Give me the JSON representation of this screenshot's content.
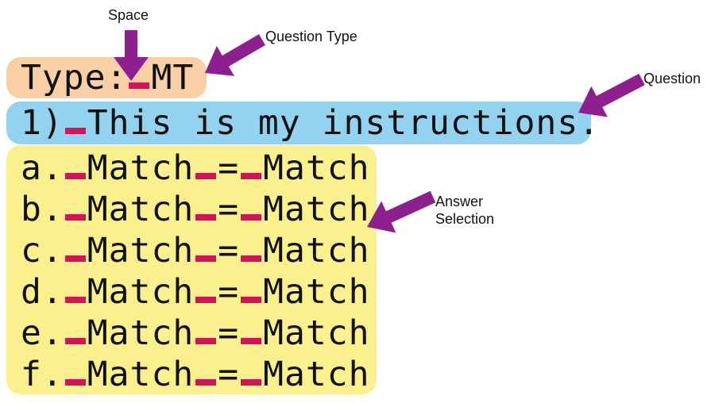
{
  "annotations": {
    "space": "Space",
    "question_type": "Question Type",
    "question": "Question",
    "answer_selection_line1": "Answer",
    "answer_selection_line2": "Selection"
  },
  "type_line": {
    "prefix": "Type:",
    "value": "MT"
  },
  "question_line": {
    "number": "1)",
    "text": "This is my instructions."
  },
  "answers": [
    {
      "letter": "a.",
      "left": "Match",
      "equals": "=",
      "right": "Match"
    },
    {
      "letter": "b.",
      "left": "Match",
      "equals": "=",
      "right": "Match"
    },
    {
      "letter": "c.",
      "left": "Match",
      "equals": "=",
      "right": "Match"
    },
    {
      "letter": "d.",
      "left": "Match",
      "equals": "=",
      "right": "Match"
    },
    {
      "letter": "e.",
      "left": "Match",
      "equals": "=",
      "right": "Match"
    },
    {
      "letter": "f.",
      "left": "Match",
      "equals": "=",
      "right": "Match"
    }
  ],
  "colors": {
    "type_bg": "#f9cfa6",
    "question_bg": "#93d3ef",
    "answer_bg": "#faf18e",
    "space_marker": "#d4145a",
    "arrow": "#8e1f8e"
  }
}
